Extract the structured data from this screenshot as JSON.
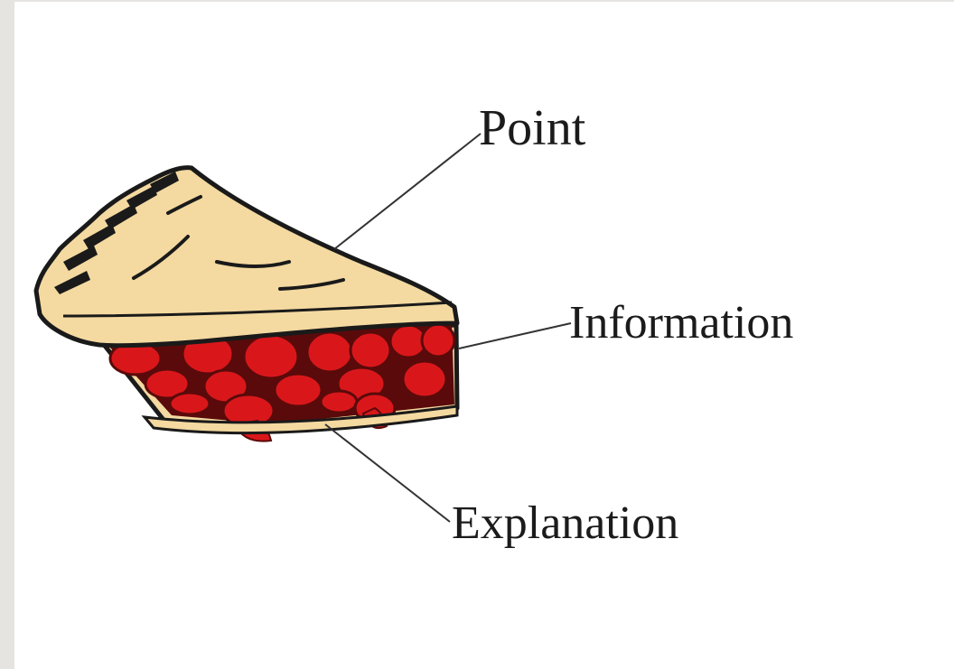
{
  "diagram": {
    "labels": {
      "top": "Point",
      "middle": "Information",
      "bottom": "Explanation"
    }
  },
  "colors": {
    "background": "#ffffff",
    "slide_margin": "#e6e4e1",
    "crust": "#f4d9a0",
    "crust_shadow": "#e5c283",
    "filling": "#d9171b",
    "filling_dark": "#5a0a0a",
    "outline": "#1a1a1a",
    "leader_line": "#333333"
  }
}
